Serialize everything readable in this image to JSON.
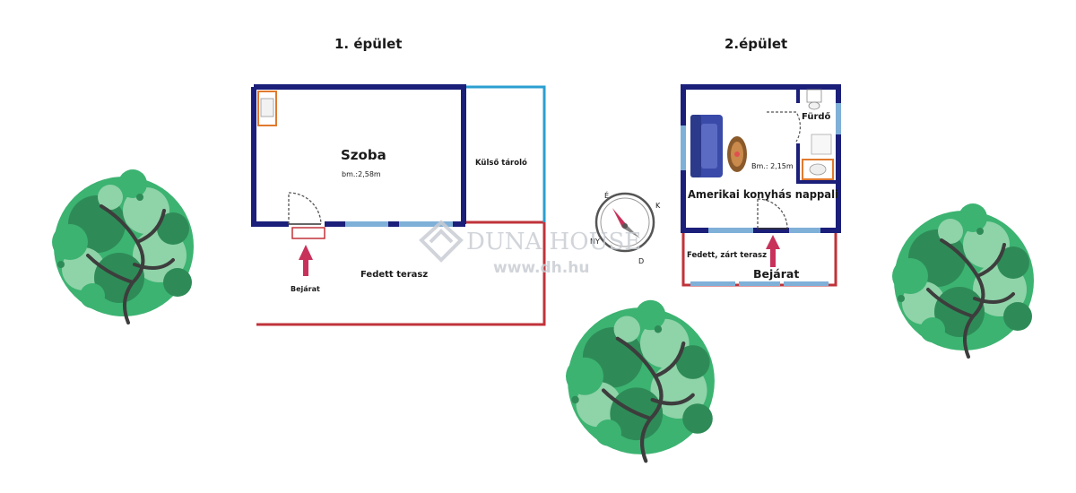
{
  "building1": {
    "title": "1. épület",
    "room": "Szoba",
    "room_area": "bm.:2,58m",
    "storage": "Külső tároló",
    "terrace": "Fedett terasz",
    "entrance": "Bejárat"
  },
  "building2": {
    "title": "2.épület",
    "bathroom": "Fürdő",
    "living_area": "Bm.: 2,15m",
    "living": "Amerikai konyhás nappali",
    "terrace": "Fedett, zárt terasz",
    "entrance": "Bejárat"
  },
  "compass": {
    "letters": [
      "É",
      "K",
      "D",
      "NY"
    ]
  },
  "watermark": {
    "brand": "DUNA HOUSE",
    "url": "www.dh.hu"
  },
  "colors": {
    "wall": "#1b1f7a",
    "glass": "#7fb0d8",
    "outline_blue": "#2a9fd0",
    "terrace_red": "#c0333a",
    "arrow": "#c8325a",
    "furniture": "#3a4aa8",
    "tree_dark": "#2e8b57",
    "tree_mid": "#3cb371",
    "tree_light": "#8fd3a8",
    "branch": "#3d3d3d"
  }
}
